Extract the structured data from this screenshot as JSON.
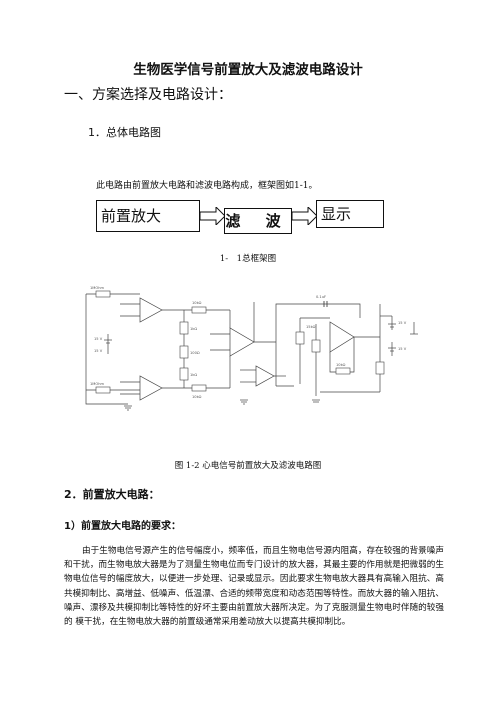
{
  "doc": {
    "title": "生物医学信号前置放大及滤波电路设计",
    "section1": "一、方案选择及电路设计：",
    "subsection1": "1．总体电路图",
    "intro": "此电路由前置放大电路和滤波电路构成，框架图如1-1。",
    "blocks": {
      "amp": "前置放大",
      "filter": "滤  波",
      "display": "显示"
    },
    "fig1_caption": "1-　1总框架图",
    "fig2_caption": "图 1-2  心电信号前置放大及滤波电路图",
    "section2": "2．前置放大电路：",
    "subsection2": "1）前置放大电路的要求：",
    "paragraph": "由于生物电信号源产生的信号幅度小，频率低，而且生物电信号源内阻高，存在较强的背景噪声和干扰，而生物电放大器是为了测量生物电位而专门设计的放大器，其最主要的作用就是把微弱的生物电位信号的幅度放大，以便进一步处理、记录或显示。因此要求生物电放大器具有高输入阻抗、高共模抑制比、高增益、低噪声、低温漂、合适的频带宽度和动态范围等特性。而放大器的输入阻抗、噪声、漂移及共模抑制比等特性的好坏主要由前置放大器所决定。为了克服测量生物电时伴随的较强的  模干扰，在生物电放大器的前置级通常采用差动放大以提高共模抑制比。"
  },
  "circuit_labels": {
    "r_in1": "1MOhm",
    "r_in2": "1MOhm",
    "r1": "1kΩ",
    "r2": "1kΩ",
    "r3": "100Ω",
    "c1": "0.1uF",
    "r4": "10kΩ",
    "r5": "10kΩ",
    "r6": "15kΩ",
    "r7": "10kΩ",
    "v1": "15 V",
    "v2": "15 V",
    "v3": "15 V",
    "v4": "15 V"
  }
}
